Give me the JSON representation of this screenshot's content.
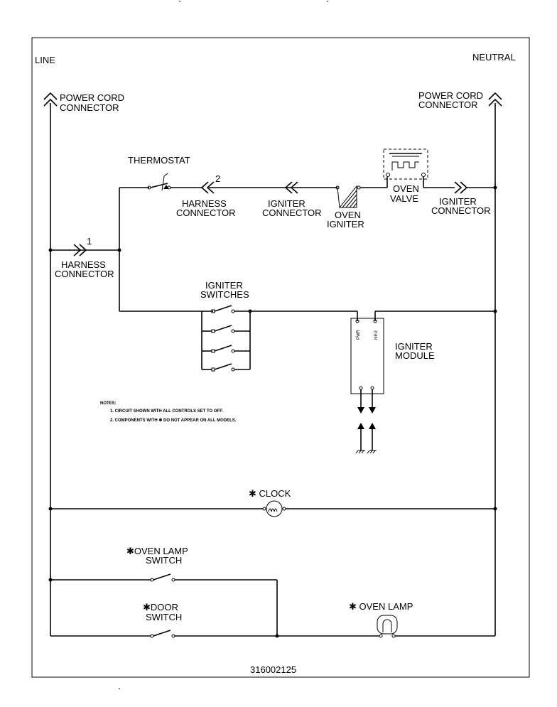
{
  "labels": {
    "line": "LINE",
    "neutral": "NEUTRAL",
    "power_cord_left_1": "POWER CORD",
    "power_cord_left_2": "CONNECTOR",
    "power_cord_right_1": "POWER CORD",
    "power_cord_right_2": "CONNECTOR",
    "thermostat": "THERMOSTAT",
    "harness_top_num": "2",
    "harness_top_1": "HARNESS",
    "harness_top_2": "CONNECTOR",
    "igniter_conn_mid_1": "IGNITER",
    "igniter_conn_mid_2": "CONNECTOR",
    "oven_igniter_1": "OVEN",
    "oven_igniter_2": "IGNITER",
    "oven_valve_1": "OVEN",
    "oven_valve_2": "VALVE",
    "igniter_conn_right_1": "IGNITER",
    "igniter_conn_right_2": "CONNECTOR",
    "harness_left_num": "1",
    "harness_left_1": "HARNESS",
    "harness_left_2": "CONNECTOR",
    "igniter_switches_1": "IGNITER",
    "igniter_switches_2": "SWITCHES",
    "igniter_module_1": "IGNITER",
    "igniter_module_2": "MODULE",
    "module_pin_pwr": "PWR",
    "module_pin_neu": "NEU",
    "notes_title": "NOTES:",
    "note_1": "1. CIRCUIT SHOWN WITH ALL CONTROLS SET TO OFF.",
    "note_2": "2. COMPONENTS WITH ✱ DO NOT APPEAR ON ALL MODELS.",
    "clock": "✱ CLOCK",
    "oven_lamp_switch_1": "✱OVEN LAMP",
    "oven_lamp_switch_2": "SWITCH",
    "door_switch_1": "✱DOOR",
    "door_switch_2": "SWITCH",
    "oven_lamp": "✱ OVEN LAMP",
    "part_number": "316002125"
  }
}
